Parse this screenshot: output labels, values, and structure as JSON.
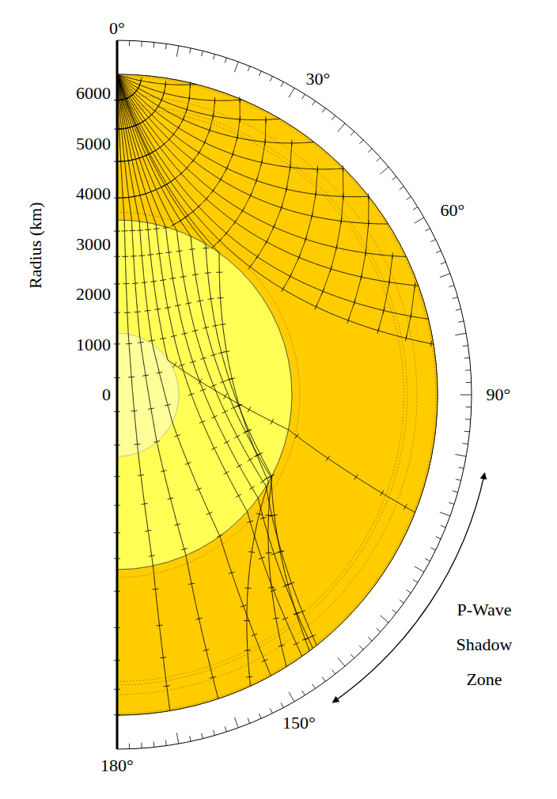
{
  "diagram": {
    "labels": [
      "0°",
      "30°",
      "60°",
      "90°",
      "150°",
      "180°",
      "6000",
      "5000",
      "4000",
      "3000",
      "2000",
      "1000",
      "0",
      "Radius (km)",
      "P-Wave Shadow Zone"
    ]
  }
}
